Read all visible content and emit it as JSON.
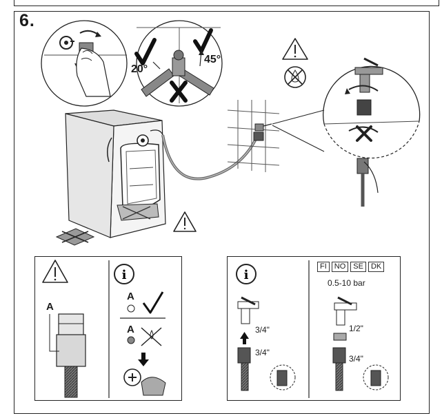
{
  "step": {
    "number": "6."
  },
  "angles": {
    "left": "20°",
    "right": "45°"
  },
  "panel_left": {
    "hose_label": "A",
    "icon_label_1": "A",
    "icon_label_2": "A"
  },
  "panel_right": {
    "country_codes": [
      "FI",
      "NO",
      "SE",
      "DK"
    ],
    "pressure": "0.5-10 bar",
    "thread_tap_left": "3/4\"",
    "thread_hose_left": "3/4\"",
    "thread_tap_right": "1/2\"",
    "thread_hose_right": "3/4\""
  }
}
